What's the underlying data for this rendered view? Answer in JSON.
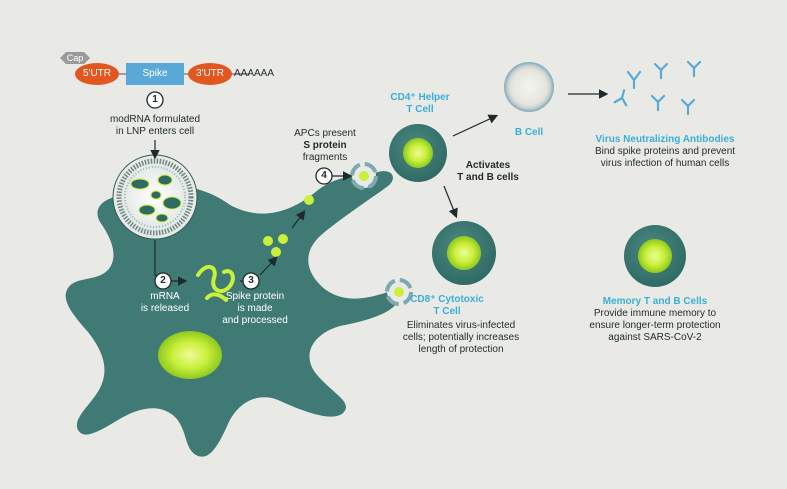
{
  "construct": {
    "cap": "Cap",
    "utr5": "5'UTR",
    "spike": "Spike",
    "utr3": "3'UTR",
    "polyA": "AAAAAA"
  },
  "steps": {
    "s1": "1",
    "s2": "2",
    "s3": "3",
    "s4": "4"
  },
  "labels": {
    "lnp": [
      "modRNA formulated",
      "in LNP enters cell"
    ],
    "mrna": [
      "mRNA",
      "is released"
    ],
    "spike_protein": [
      "Spike protein",
      "is made",
      "and processed"
    ],
    "apc": [
      "APCs present",
      "S protein",
      "fragments"
    ],
    "cd4": [
      "CD4⁺ Helper",
      "T Cell"
    ],
    "activates": [
      "Activates",
      "T and B cells"
    ],
    "bcell": "B Cell",
    "antibodies_title": "Virus Neutralizing Antibodies",
    "antibodies_desc": [
      "Bind spike proteins and prevent",
      "virus infection of human cells"
    ],
    "cd8": [
      "CD8⁺ Cytotoxic",
      "T Cell"
    ],
    "cd8_desc": [
      "Eliminates virus-infected",
      "cells; potentially increases",
      "length of protection"
    ],
    "memory_title": "Memory T and B Cells",
    "memory_desc": [
      "Provide immune memory to",
      "ensure longer-term protection",
      "against SARS-CoV-2"
    ]
  },
  "colors": {
    "background": "#e9eae6",
    "cell_teal": "#3f7a74",
    "cell_dark": "#2d5e59",
    "nucleus_green": "#c9f03a",
    "utr_orange": "#e2561f",
    "spike_blue": "#5aa8d8",
    "accent_blue": "#3aaed8"
  }
}
